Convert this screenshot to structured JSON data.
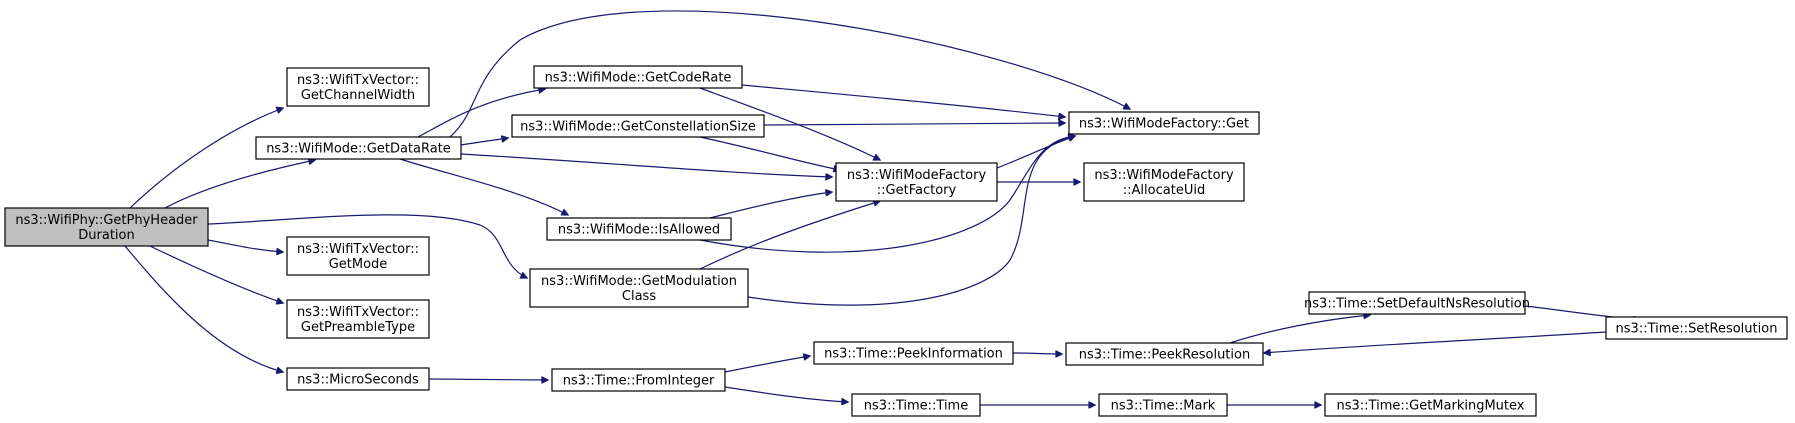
{
  "diagram": {
    "type": "call-graph",
    "colors": {
      "edge": "#191970",
      "root_fill": "#bfbfbf",
      "node_fill": "#ffffff",
      "node_border": "#000000"
    },
    "nodes": [
      {
        "id": "root",
        "lines": [
          "ns3::WifiPhy::GetPhyHeader",
          "Duration"
        ]
      },
      {
        "id": "txChanWidth",
        "lines": [
          "ns3::WifiTxVector::",
          "GetChannelWidth"
        ]
      },
      {
        "id": "getDataRate",
        "lines": [
          "ns3::WifiMode::GetDataRate"
        ]
      },
      {
        "id": "txGetMode",
        "lines": [
          "ns3::WifiTxVector::",
          "GetMode"
        ]
      },
      {
        "id": "txPreamble",
        "lines": [
          "ns3::WifiTxVector::",
          "GetPreambleType"
        ]
      },
      {
        "id": "microSeconds",
        "lines": [
          "ns3::MicroSeconds"
        ]
      },
      {
        "id": "getCodeRate",
        "lines": [
          "ns3::WifiMode::GetCodeRate"
        ]
      },
      {
        "id": "getConstSize",
        "lines": [
          "ns3::WifiMode::GetConstellationSize"
        ]
      },
      {
        "id": "isAllowed",
        "lines": [
          "ns3::WifiMode::IsAllowed"
        ]
      },
      {
        "id": "getModClass",
        "lines": [
          "ns3::WifiMode::GetModulation",
          "Class"
        ]
      },
      {
        "id": "factoryGet",
        "lines": [
          "ns3::WifiModeFactory::Get"
        ]
      },
      {
        "id": "getFactory",
        "lines": [
          "ns3::WifiModeFactory",
          "::GetFactory"
        ]
      },
      {
        "id": "allocUid",
        "lines": [
          "ns3::WifiModeFactory",
          "::AllocateUid"
        ]
      },
      {
        "id": "fromInteger",
        "lines": [
          "ns3::Time::FromInteger"
        ]
      },
      {
        "id": "peekInfo",
        "lines": [
          "ns3::Time::PeekInformation"
        ]
      },
      {
        "id": "peekRes",
        "lines": [
          "ns3::Time::PeekResolution"
        ]
      },
      {
        "id": "setDefaultNs",
        "lines": [
          "ns3::Time::SetDefaultNsResolution"
        ]
      },
      {
        "id": "setRes",
        "lines": [
          "ns3::Time::SetResolution"
        ]
      },
      {
        "id": "timeTime",
        "lines": [
          "ns3::Time::Time"
        ]
      },
      {
        "id": "timeMark",
        "lines": [
          "ns3::Time::Mark"
        ]
      },
      {
        "id": "markMutex",
        "lines": [
          "ns3::Time::GetMarkingMutex"
        ]
      }
    ],
    "edges": [
      {
        "from": "root",
        "to": "txChanWidth"
      },
      {
        "from": "root",
        "to": "getDataRate"
      },
      {
        "from": "root",
        "to": "getModClass"
      },
      {
        "from": "root",
        "to": "txGetMode"
      },
      {
        "from": "root",
        "to": "txPreamble"
      },
      {
        "from": "root",
        "to": "microSeconds"
      },
      {
        "from": "getDataRate",
        "to": "getCodeRate"
      },
      {
        "from": "getDataRate",
        "to": "getConstSize"
      },
      {
        "from": "getDataRate",
        "to": "factoryGet"
      },
      {
        "from": "getDataRate",
        "to": "getFactory"
      },
      {
        "from": "getDataRate",
        "to": "isAllowed"
      },
      {
        "from": "getCodeRate",
        "to": "factoryGet"
      },
      {
        "from": "getCodeRate",
        "to": "getFactory"
      },
      {
        "from": "getConstSize",
        "to": "factoryGet"
      },
      {
        "from": "getConstSize",
        "to": "getFactory"
      },
      {
        "from": "isAllowed",
        "to": "getFactory"
      },
      {
        "from": "isAllowed",
        "to": "factoryGet"
      },
      {
        "from": "getModClass",
        "to": "getFactory"
      },
      {
        "from": "getModClass",
        "to": "factoryGet"
      },
      {
        "from": "getFactory",
        "to": "factoryGet"
      },
      {
        "from": "getFactory",
        "to": "allocUid"
      },
      {
        "from": "microSeconds",
        "to": "fromInteger"
      },
      {
        "from": "fromInteger",
        "to": "peekInfo"
      },
      {
        "from": "fromInteger",
        "to": "timeTime"
      },
      {
        "from": "peekInfo",
        "to": "peekRes"
      },
      {
        "from": "peekRes",
        "to": "setDefaultNs"
      },
      {
        "from": "setDefaultNs",
        "to": "setRes"
      },
      {
        "from": "setRes",
        "to": "peekRes"
      },
      {
        "from": "timeTime",
        "to": "timeMark"
      },
      {
        "from": "timeMark",
        "to": "markMutex"
      }
    ]
  }
}
